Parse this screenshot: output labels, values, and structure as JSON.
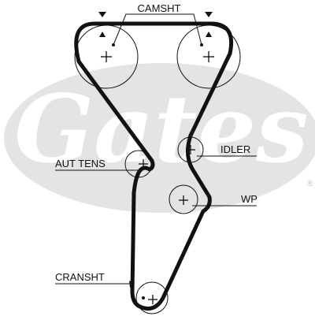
{
  "labels": {
    "camshaft": "CAMSHT",
    "tensioner": "AUT TENS",
    "idler": "IDLER",
    "water_pump": "WP",
    "crankshaft": "CRANSHT"
  },
  "watermark": {
    "text": "Gates",
    "registered_mark": "®",
    "color": "#dcdcdc"
  },
  "colors": {
    "belt": "#111111",
    "lines": "#111111",
    "background": "#ffffff"
  }
}
